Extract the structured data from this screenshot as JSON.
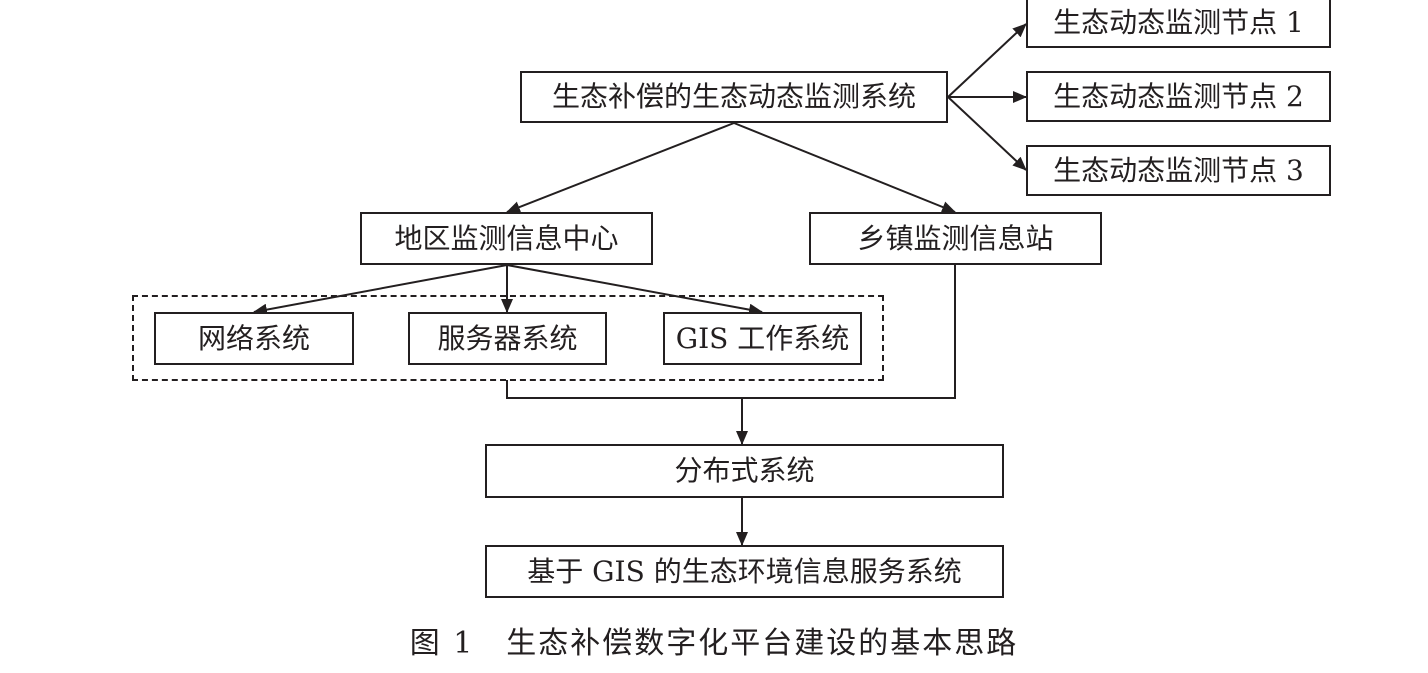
{
  "diagram": {
    "root": "生态补偿的生态动态监测系统",
    "nodes": [
      "生态动态监测节点 1",
      "生态动态监测节点 2",
      "生态动态监测节点 3"
    ],
    "regional_center": "地区监测信息中心",
    "township_station": "乡镇监测信息站",
    "subsystems": [
      "网络系统",
      "服务器系统",
      "GIS 工作系统"
    ],
    "distributed": "分布式系统",
    "service": "基于 GIS 的生态环境信息服务系统"
  },
  "caption": "图 1　生态补偿数字化平台建设的基本思路",
  "colors": {
    "line": "#231f20",
    "background": "#ffffff"
  }
}
